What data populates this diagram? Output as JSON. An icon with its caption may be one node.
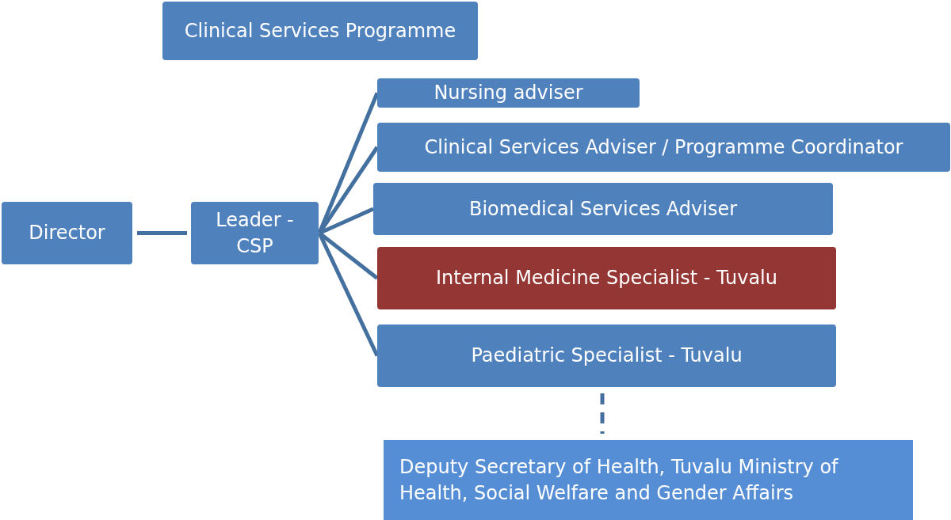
{
  "diagram": {
    "nodes": [
      {
        "text": [
          "Clinical Services Programme"
        ]
      },
      {
        "text": [
          "Director"
        ]
      },
      {
        "text": [
          "Leader - CSP"
        ]
      },
      {
        "text": [
          "Nursing adviser"
        ]
      },
      {
        "text": [
          "Clinical Services Adviser / Programme Coordinator"
        ]
      },
      {
        "text": [
          "Biomedical Services Adviser"
        ]
      },
      {
        "text": [
          "Internal Medicine Specialist - Tuvalu"
        ]
      },
      {
        "text": [
          "Paediatric Specialist - Tuvalu"
        ]
      },
      {
        "text": [
          "Deputy Secretary of Health, Tuvalu Ministry of Health, Social Welfare and Gender Affairs"
        ]
      }
    ],
    "edges": [
      {
        "from": 1,
        "to": 2,
        "arrow": "none"
      },
      {
        "from": 2,
        "to": 3,
        "arrow": "none"
      },
      {
        "from": 2,
        "to": 4,
        "arrow": "none"
      },
      {
        "from": 2,
        "to": 5,
        "arrow": "none"
      },
      {
        "from": 2,
        "to": 6,
        "arrow": "none"
      },
      {
        "from": 2,
        "to": 7,
        "arrow": "none"
      },
      {
        "from": 7,
        "to": 8,
        "arrow": "none",
        "style": "dashed"
      }
    ]
  }
}
